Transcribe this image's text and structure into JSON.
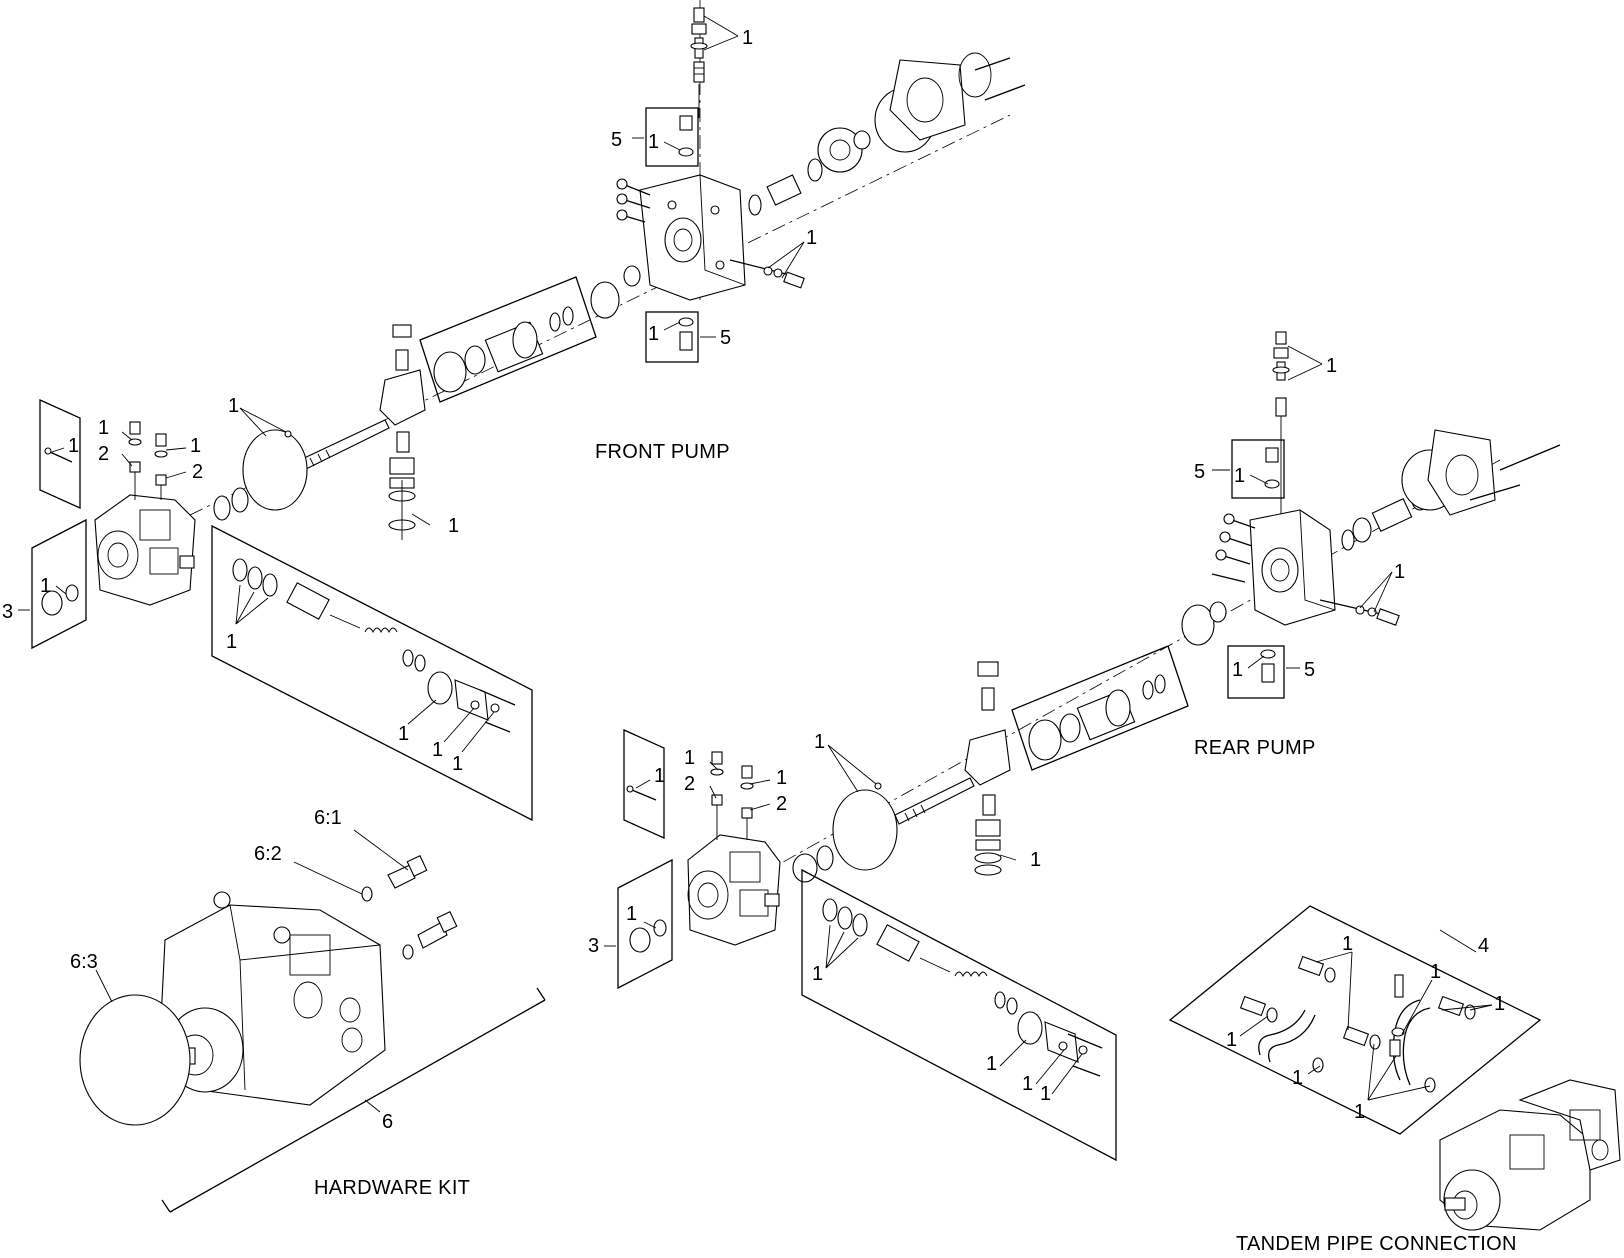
{
  "captions": {
    "front_pump": "FRONT PUMP",
    "rear_pump": "REAR PUMP",
    "hardware_kit": "HARDWARE KIT",
    "tandem_pipe": "TANDEM PIPE CONNECTION"
  },
  "callouts": {
    "c1": "1",
    "c2": "2",
    "c3": "3",
    "c4": "4",
    "c5": "5",
    "c6": "6",
    "c6_1": "6:1",
    "c6_2": "6:2",
    "c6_3": "6:3"
  },
  "colors": {
    "line": "#000000",
    "background": "#ffffff"
  }
}
